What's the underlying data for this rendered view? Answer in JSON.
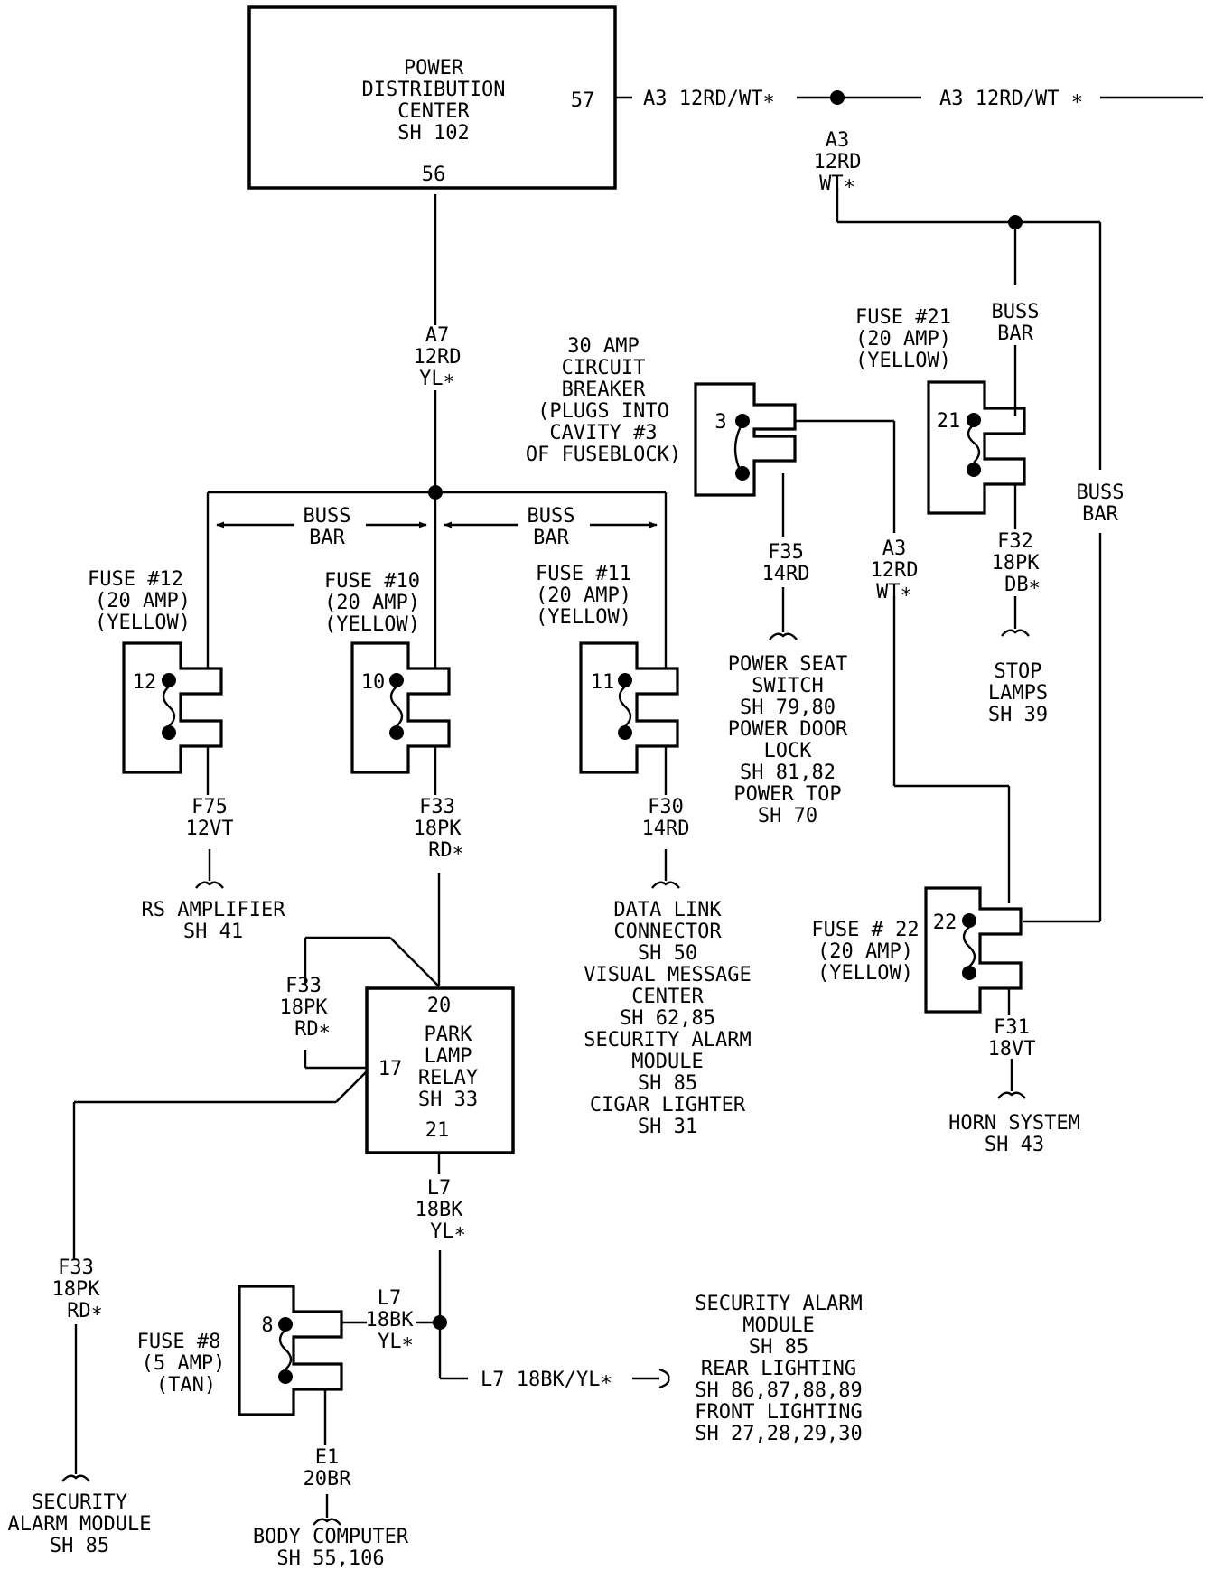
{
  "pdc": {
    "lines": [
      "POWER",
      "DISTRIBUTION",
      "CENTER",
      "SH 102"
    ],
    "pin_57": "57",
    "pin_56": "56"
  },
  "wires": {
    "a3_top_left": "A3  12RD/WT∗",
    "a3_top_right": "A3  12RD/WT ∗",
    "a3_drop": [
      "A3",
      "12RD",
      "WT∗"
    ],
    "a7": [
      "A7",
      "12RD",
      "YL∗"
    ],
    "a3_mid": [
      "A3",
      "12RD",
      "WT∗"
    ],
    "f35": [
      "F35",
      "14RD"
    ],
    "f32": [
      "F32",
      "18PK",
      "DB∗"
    ],
    "f75": [
      "F75",
      "12VT"
    ],
    "f33_center": [
      "F33",
      "18PK",
      "RD∗"
    ],
    "f30": [
      "F30",
      "14RD"
    ],
    "f31": [
      "F31",
      "18VT"
    ],
    "f33_relay": [
      "F33",
      "18PK",
      "RD∗"
    ],
    "l7_relay": [
      "L7",
      "18BK",
      "YL∗"
    ],
    "l7_fuse8": [
      "L7",
      "18BK",
      "YL∗"
    ],
    "l7_run": "L7  18BK/YL∗",
    "f33_left": [
      "F33",
      "18PK",
      "RD∗"
    ],
    "e1": [
      "E1",
      "20BR"
    ]
  },
  "buss_bars": {
    "left": [
      "BUSS",
      "BAR"
    ],
    "right": [
      "BUSS",
      "BAR"
    ],
    "fuse21": [
      "BUSS",
      "BAR"
    ],
    "side": [
      "BUSS",
      "BAR"
    ]
  },
  "breaker": {
    "lines": [
      "30 AMP",
      "CIRCUIT",
      "BREAKER",
      "(PLUGS INTO",
      "CAVITY #3",
      "OF FUSEBLOCK)"
    ],
    "num": "3"
  },
  "fuses": {
    "f21": {
      "lines": [
        "FUSE #21",
        "(20 AMP)",
        "(YELLOW)"
      ],
      "num": "21"
    },
    "f12": {
      "lines": [
        "FUSE #12",
        "(20 AMP)",
        "(YELLOW)"
      ],
      "num": "12"
    },
    "f10": {
      "lines": [
        "FUSE #10",
        "(20 AMP)",
        "(YELLOW)"
      ],
      "num": "10"
    },
    "f11": {
      "lines": [
        "FUSE #11",
        "(20 AMP)",
        "(YELLOW)"
      ],
      "num": "11"
    },
    "f22": {
      "lines": [
        "FUSE # 22",
        "(20 AMP)",
        "(YELLOW)"
      ],
      "num": "22"
    },
    "f8": {
      "lines": [
        "FUSE #8",
        "(5 AMP)",
        "(TAN)"
      ],
      "num": "8"
    }
  },
  "relay": {
    "pin_20": "20",
    "lines": [
      "PARK",
      "LAMP",
      "RELAY",
      "SH 33"
    ],
    "pin_17": "17",
    "pin_21": "21"
  },
  "destinations": {
    "power_seat": [
      "POWER SEAT",
      "SWITCH",
      "SH 79,80",
      "POWER DOOR",
      "LOCK",
      "SH 81,82",
      "POWER TOP",
      "SH 70"
    ],
    "stop_lamps": [
      "STOP",
      "LAMPS",
      "SH 39"
    ],
    "rs_amp": [
      "RS AMPLIFIER",
      "SH 41"
    ],
    "data_link": [
      "DATA LINK",
      "CONNECTOR",
      "SH 50",
      "VISUAL MESSAGE",
      "CENTER",
      "SH 62,85",
      "SECURITY ALARM",
      "MODULE",
      "SH 85",
      "CIGAR LIGHTER",
      "SH 31"
    ],
    "horn": [
      "HORN SYSTEM",
      "SH 43"
    ],
    "security_rear_front": [
      "SECURITY ALARM",
      "MODULE",
      "SH 85",
      "REAR LIGHTING",
      "SH 86,87,88,89",
      "FRONT LIGHTING",
      "SH 27,28,29,30"
    ],
    "security_left": [
      "SECURITY",
      "ALARM MODULE",
      "SH 85"
    ],
    "body_computer": [
      "BODY COMPUTER",
      "SH 55,106"
    ]
  }
}
